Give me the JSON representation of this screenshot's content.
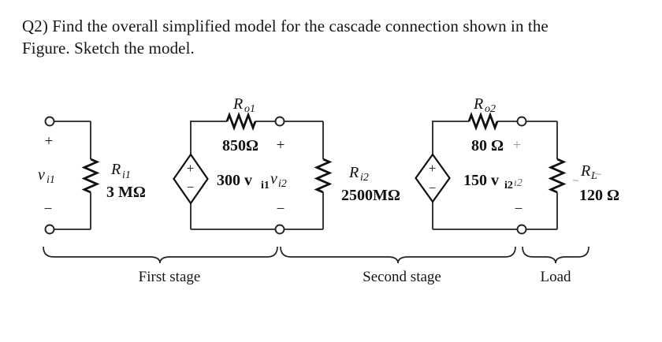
{
  "title": {
    "line1": "Q2) Find the overall simplified model for the cascade connection shown in the",
    "line2": "Figure. Sketch the model."
  },
  "colors": {
    "ink": "#111111",
    "wire": "#232323",
    "faint_mark": "#9a9a9a"
  },
  "circuit": {
    "input_port": {
      "plus": "+",
      "minus": "−",
      "v": "v",
      "v_sub": "i1"
    },
    "ri1": {
      "r": "R",
      "sub": "i1",
      "value": "3 MΩ"
    },
    "src1": {
      "plus": "+",
      "minus": "−",
      "gain": "300 v",
      "gain_sub": "i1"
    },
    "ro1": {
      "r": "R",
      "sub": "o1",
      "value": "850Ω"
    },
    "mid_port": {
      "plus": "+",
      "minus": "−",
      "v": "v",
      "v_sub": "i2"
    },
    "ri2": {
      "r": "R",
      "sub": "i2",
      "value": "2500MΩ"
    },
    "src2": {
      "plus": "+",
      "minus": "−",
      "gain": "150 v",
      "gain_sub": "i2"
    },
    "ro2": {
      "r": "R",
      "sub": "o2",
      "value": "80 Ω"
    },
    "out_port": {
      "plus": "+",
      "remnant": "ı2",
      "minus": "−"
    },
    "rl": {
      "r": "R",
      "sub": "L",
      "value": "120 Ω"
    }
  },
  "braces": {
    "first": "First stage",
    "second": "Second stage",
    "load": "Load"
  }
}
